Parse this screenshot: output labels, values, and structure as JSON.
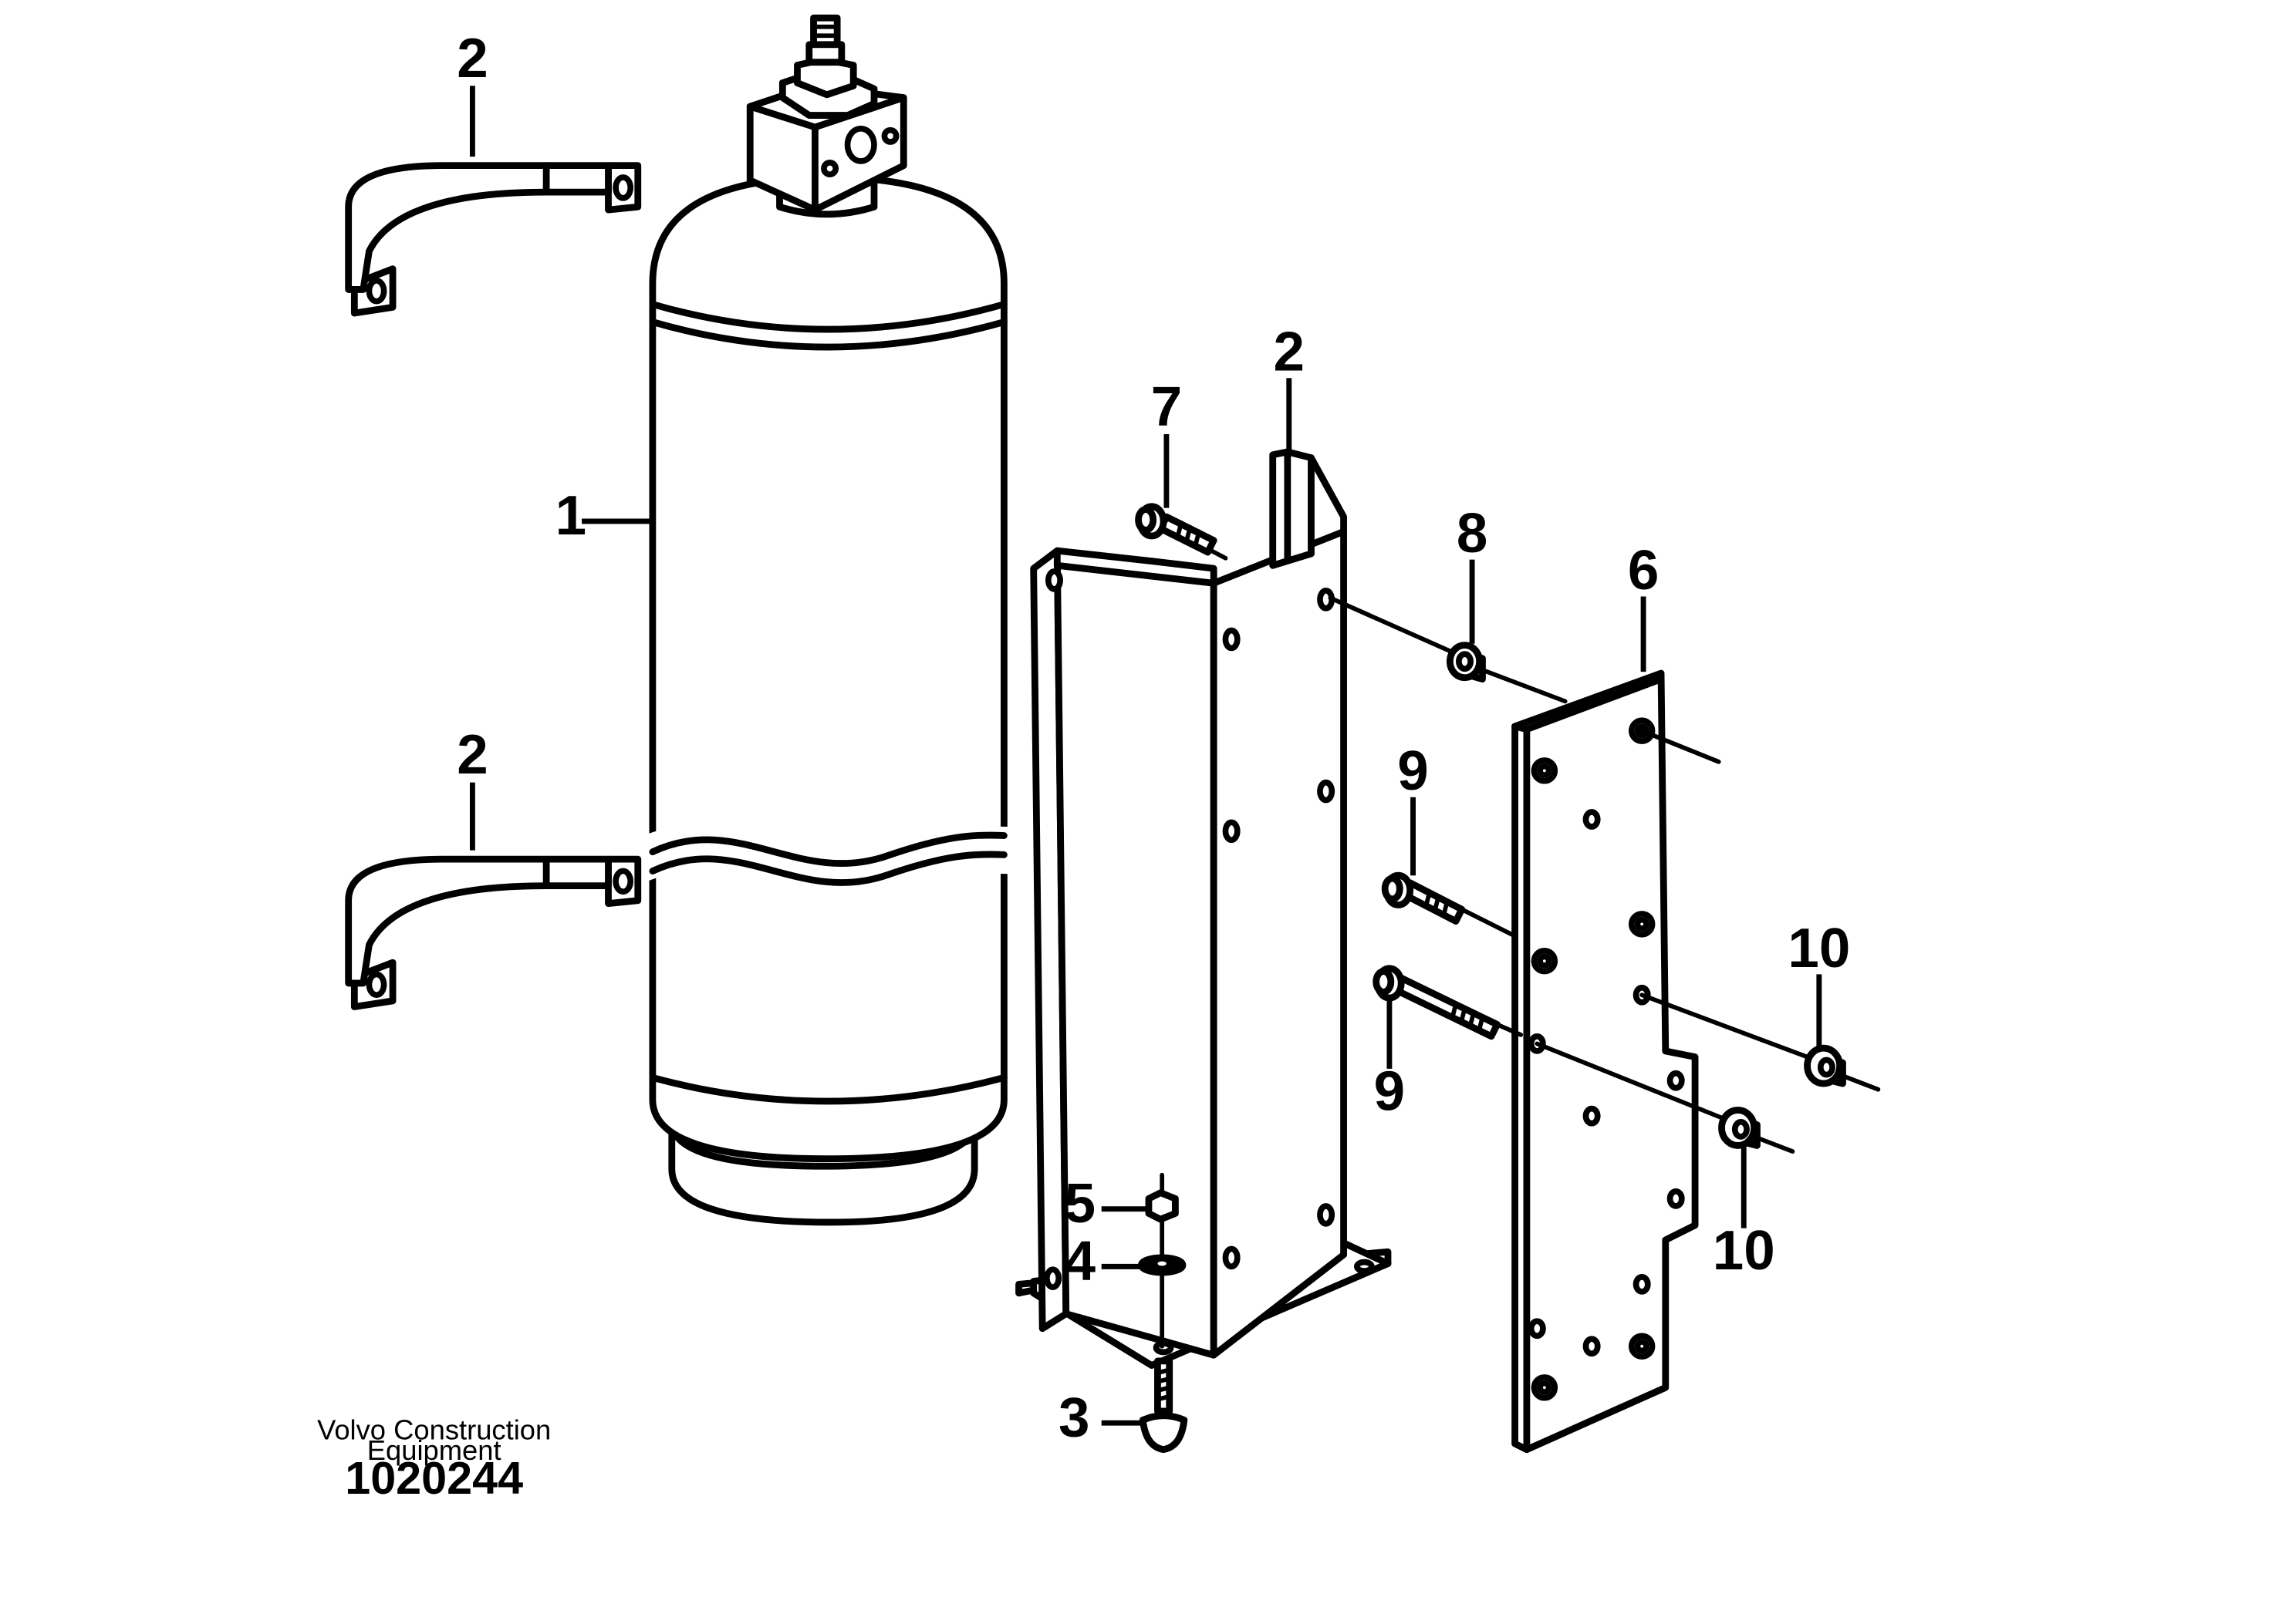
{
  "callouts": {
    "c1": "1",
    "c2a": "2",
    "c2b": "2",
    "c2c": "2",
    "c3": "3",
    "c4": "4",
    "c5": "5",
    "c6": "6",
    "c7": "7",
    "c8": "8",
    "c9a": "9",
    "c9b": "9",
    "c10a": "10",
    "c10b": "10"
  },
  "footer": {
    "brand_line1": "Volvo Construction",
    "brand_line2": "Equipment",
    "doc_number": "1020244"
  }
}
